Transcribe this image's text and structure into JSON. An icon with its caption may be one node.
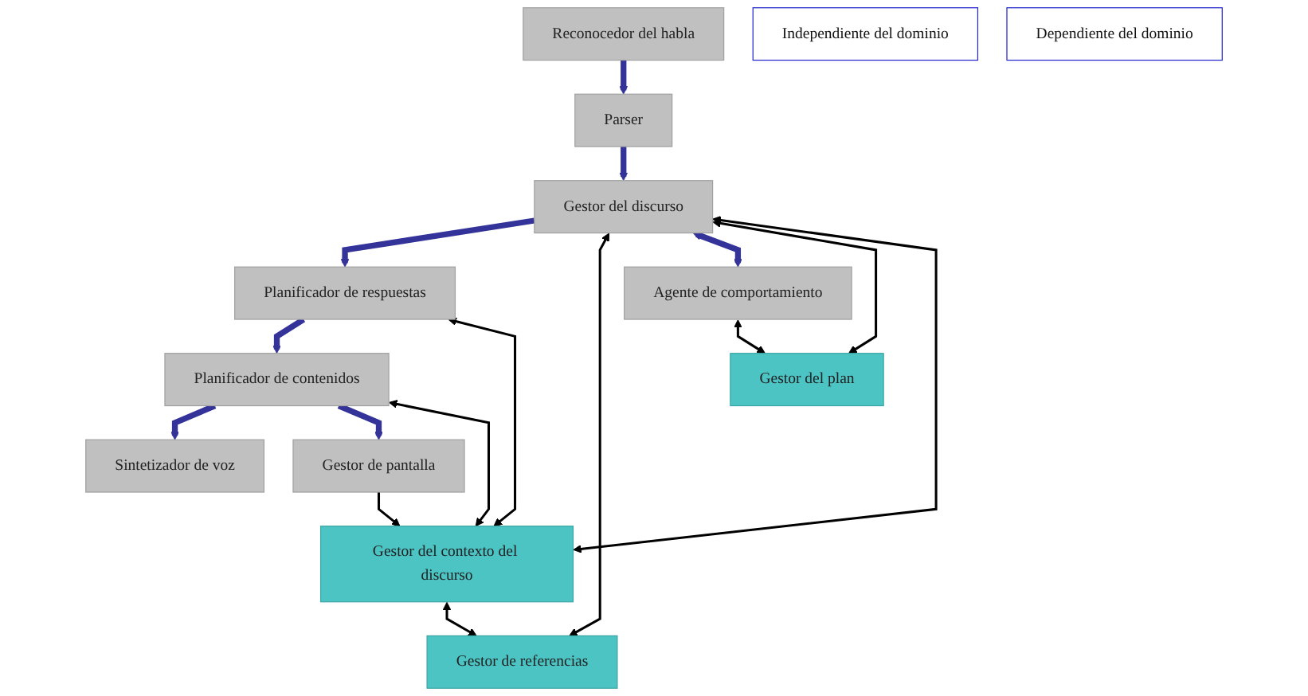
{
  "diagram": {
    "nodes": [
      {
        "text": [
          "Reconocedor del habla"
        ]
      },
      {
        "text": [
          "Sintetizador de voz"
        ]
      },
      {
        "text": [
          "Gestor de pantalla"
        ]
      },
      {
        "text": [
          "Parser"
        ]
      },
      {
        "text": [
          "Planificador de contenidos"
        ]
      },
      {
        "text": [
          "Planificador de respuestas"
        ]
      },
      {
        "text": [
          "Gestor del contexto del discurso"
        ]
      },
      {
        "text": [
          "Independiente del dominio"
        ]
      },
      {
        "text": [
          "Gestor del discurso"
        ]
      },
      {
        "text": [
          "Gestor de referencias"
        ]
      },
      {
        "text": [
          "Dependiente del dominio"
        ]
      },
      {
        "text": [
          "Agente de comportamiento"
        ]
      },
      {
        "text": [
          "Gestor del plan"
        ]
      }
    ],
    "edges": [
      {
        "from": 0,
        "to": 3,
        "arrow": "to",
        "style": "thick",
        "color": "#333399"
      },
      {
        "from": 3,
        "to": 8,
        "arrow": "to",
        "style": "thick",
        "color": "#333399"
      },
      {
        "from": 8,
        "to": 5,
        "arrow": "to",
        "style": "thick",
        "color": "#333399"
      },
      {
        "from": 5,
        "to": 4,
        "arrow": "to",
        "style": "thick",
        "color": "#333399"
      },
      {
        "from": 4,
        "to": 1,
        "arrow": "to",
        "style": "thick",
        "color": "#333399"
      },
      {
        "from": 4,
        "to": 2,
        "arrow": "to",
        "style": "thick",
        "color": "#333399"
      },
      {
        "from": 4,
        "to": 6,
        "arrow": "both"
      },
      {
        "from": 2,
        "to": 6,
        "arrow": "to"
      },
      {
        "from": 5,
        "to": 6,
        "arrow": "both"
      },
      {
        "from": 6,
        "to": 8,
        "arrow": "both"
      },
      {
        "from": 6,
        "to": 9,
        "arrow": "both"
      },
      {
        "from": 8,
        "to": 9,
        "arrow": "both"
      },
      {
        "from": 8,
        "to": 11,
        "arrow": "both",
        "style": "thick",
        "color": "#333399"
      },
      {
        "from": 8,
        "to": 12,
        "arrow": "both"
      },
      {
        "from": 11,
        "to": 12,
        "arrow": "both"
      }
    ]
  }
}
